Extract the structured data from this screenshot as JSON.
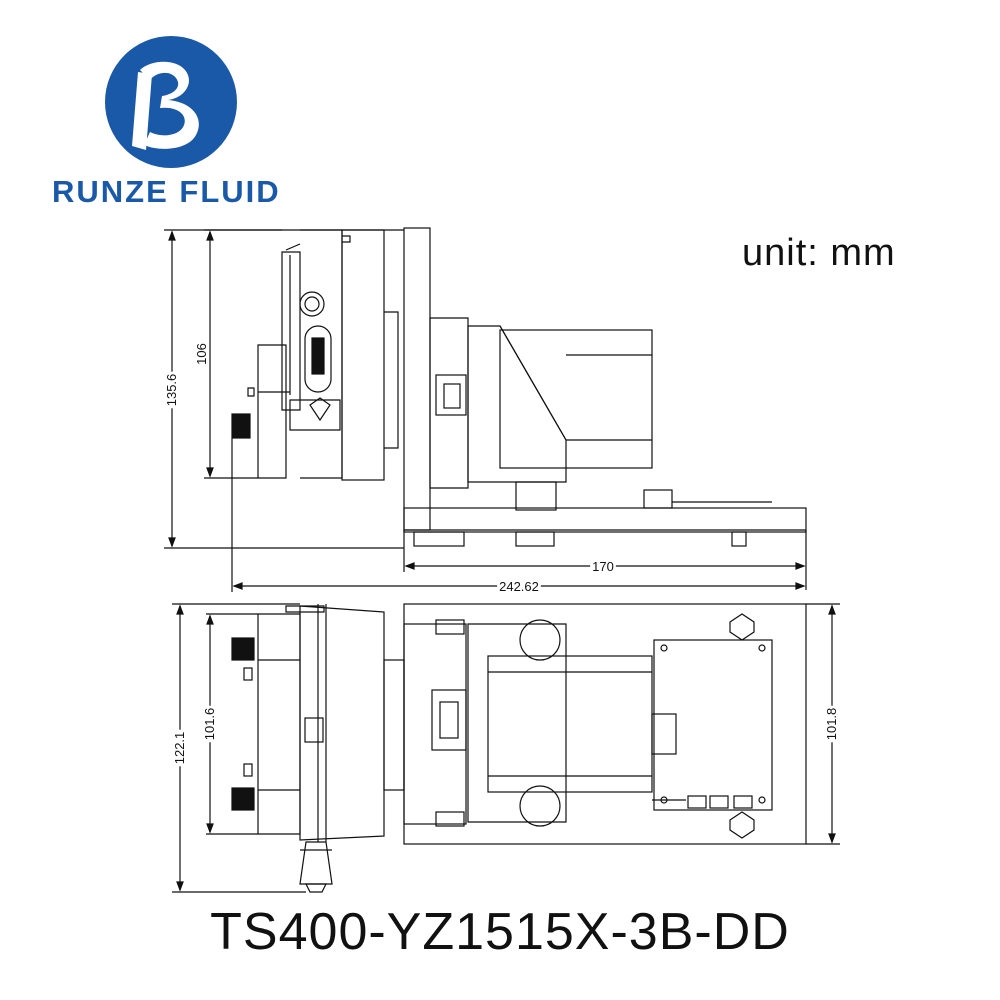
{
  "brand": {
    "name": "RUNZE FLUID",
    "primary_color": "#1a58a8",
    "logo_icon": "stylized-b-logo-icon"
  },
  "unit_label": "unit: mm",
  "model_number": "TS400-YZ1515X-3B-DD",
  "dimensions": {
    "side_view": {
      "overall_height": "135.6",
      "head_height": "106",
      "base_length": "170",
      "overall_length": "242.62"
    },
    "top_view": {
      "overall_width": "122.1",
      "head_width": "101.6",
      "base_width": "101.8"
    }
  },
  "colors": {
    "line": "#111111",
    "background": "#ffffff"
  }
}
